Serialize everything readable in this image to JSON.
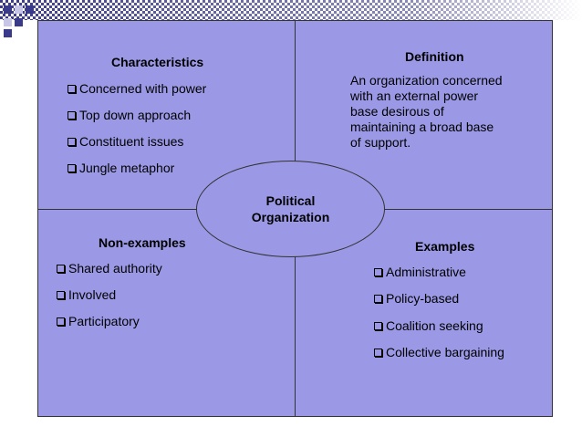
{
  "center": {
    "line1": "Political",
    "line2": "Organization"
  },
  "characteristics": {
    "heading": "Characteristics",
    "items": [
      "Concerned with power",
      "Top down approach",
      "Constituent issues",
      "Jungle metaphor"
    ]
  },
  "definition": {
    "heading": "Definition",
    "lines": [
      "An organization concerned",
      "with an external power",
      "base desirous of",
      "maintaining a broad base",
      "of support."
    ]
  },
  "non_examples": {
    "heading": "Non-examples",
    "items": [
      "Shared authority",
      "Involved",
      "Participatory"
    ]
  },
  "examples": {
    "heading": "Examples",
    "items": [
      "Administrative",
      "Policy-based",
      "Coalition seeking",
      "Collective bargaining"
    ]
  },
  "colors": {
    "panel": "#9b99e6",
    "border": "#333333",
    "strip": "#3a3a8a"
  }
}
